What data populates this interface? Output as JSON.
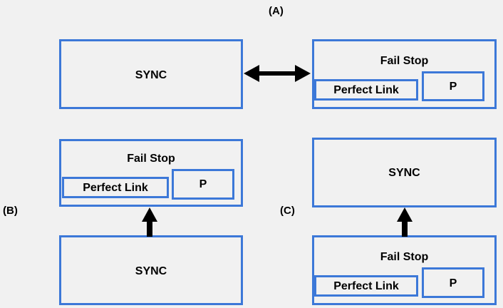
{
  "labels": {
    "a": "(A)",
    "b": "(B)",
    "c": "(C)"
  },
  "terms": {
    "sync": "SYNC",
    "fail_stop": "Fail Stop",
    "perfect_link": "Perfect Link",
    "p": "P"
  },
  "colors": {
    "box_border": "#3c78d8",
    "background": "#f1f1f1",
    "arrow": "#000000"
  }
}
